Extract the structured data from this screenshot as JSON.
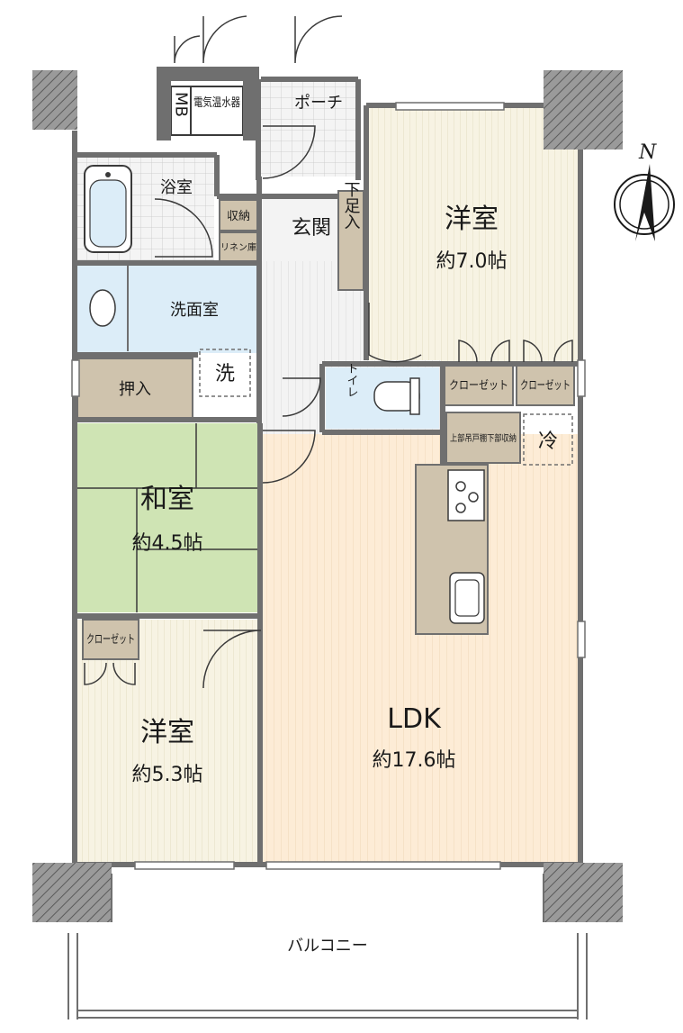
{
  "rooms": {
    "western_north": {
      "name": "洋室",
      "area": "約7.0帖"
    },
    "western_south": {
      "name": "洋室",
      "area": "約5.3帖"
    },
    "japanese": {
      "name": "和室",
      "area": "約4.5帖"
    },
    "ldk": {
      "name": "LDK",
      "area": "約17.6帖"
    },
    "porch": {
      "name": "ポーチ"
    },
    "entrance": {
      "name": "玄関"
    },
    "shoe_storage": {
      "name": "下足入"
    },
    "bathroom": {
      "name": "浴室"
    },
    "washroom": {
      "name": "洗面室"
    },
    "washer": {
      "name": "洗"
    },
    "oshiire": {
      "name": "押入"
    },
    "toilet": {
      "name": "トイレ"
    },
    "storage": {
      "name": "収納"
    },
    "linen": {
      "name": "リネン庫"
    },
    "mb": {
      "name": "MB"
    },
    "water_heater": {
      "name": "電気温水器"
    },
    "closet_north_1": {
      "name": "クローゼット"
    },
    "closet_north_2": {
      "name": "クローゼット"
    },
    "closet_south": {
      "name": "クローゼット"
    },
    "kitchen_storage": {
      "name": "上部吊戸棚下部収納"
    },
    "fridge": {
      "name": "冷"
    },
    "balcony": {
      "name": "バルコニー"
    }
  },
  "compass": {
    "label": "N"
  },
  "colors": {
    "wall": "#6f6f6f",
    "western_floor": "#f7f3e3",
    "ldk_floor": "#fdecd6",
    "tatami": "#cfe4b4",
    "wet_area": "#dcedf8",
    "corridor": "#f0f0f0",
    "storage": "#cfc3ad"
  }
}
